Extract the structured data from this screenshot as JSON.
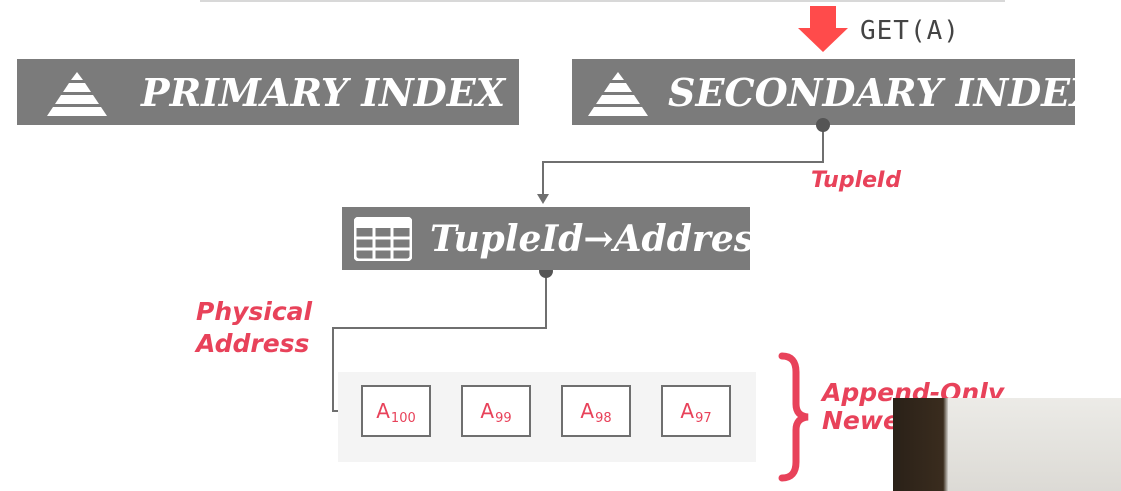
{
  "request": {
    "label": "GET(A)"
  },
  "primary_index": {
    "label": "PRIMARY INDEX",
    "icon": "pyramid-icon"
  },
  "secondary_index": {
    "label": "SECONDARY INDEX",
    "icon": "pyramid-icon"
  },
  "mapping_table": {
    "label": "TupleId→Address",
    "icon": "table-icon"
  },
  "edge_labels": {
    "tuple_id": "TupleId",
    "physical_address": [
      "Physical",
      "Address"
    ]
  },
  "version_chain": [
    {
      "name": "A",
      "version": "100"
    },
    {
      "name": "A",
      "version": "99"
    },
    {
      "name": "A",
      "version": "98"
    },
    {
      "name": "A",
      "version": "97"
    }
  ],
  "chain_annotation": [
    "Append-Only",
    "Newe"
  ],
  "colors": {
    "accent_red": "#e8425a",
    "box_gray": "#7b7b7b",
    "wire_gray": "#6f6f6f",
    "arrow_red": "#ff4b4b"
  }
}
